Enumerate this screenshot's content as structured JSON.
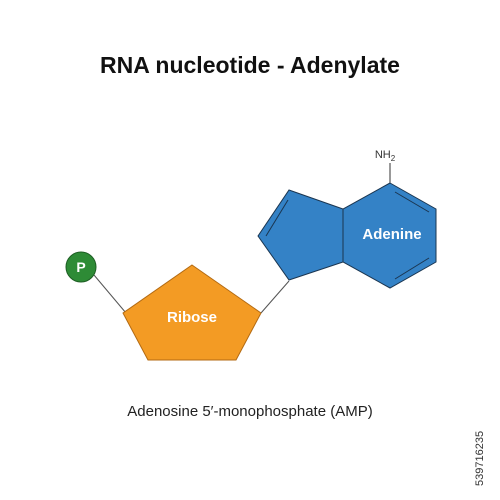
{
  "title": "RNA nucleotide - Adenylate",
  "caption": "Adenosine 5′-monophosphate (AMP)",
  "stock_id": "539716235",
  "diagram": {
    "phosphate_label": "P",
    "ribose_label": "Ribose",
    "adenine_label": "Adenine",
    "amine_label": "NH",
    "amine_subscript": "2"
  },
  "colors": {
    "phosphate": "#2e8b36",
    "ribose": "#f39b24",
    "adenine": "#3482c6",
    "outline": "#1a3550",
    "bond": "#555555"
  }
}
